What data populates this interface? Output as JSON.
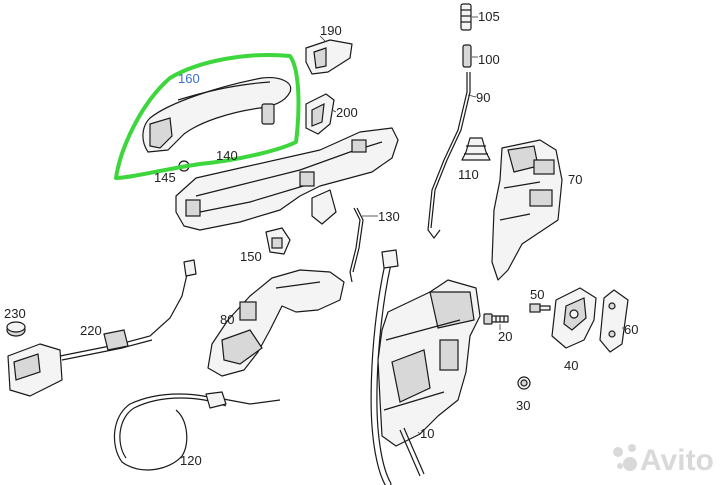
{
  "diagram": {
    "callouts": {
      "c10": "10",
      "c20": "20",
      "c30": "30",
      "c40": "40",
      "c50": "50",
      "c60": "60",
      "c70": "70",
      "c80": "80",
      "c90": "90",
      "c100": "100",
      "c105": "105",
      "c110": "110",
      "c120": "120",
      "c130": "130",
      "c140": "140",
      "c145": "145",
      "c150": "150",
      "c160": "160",
      "c190": "190",
      "c200": "200",
      "c220": "220",
      "c230": "230"
    },
    "highlight_color": "#3dd63d",
    "watermark": "Avito"
  }
}
